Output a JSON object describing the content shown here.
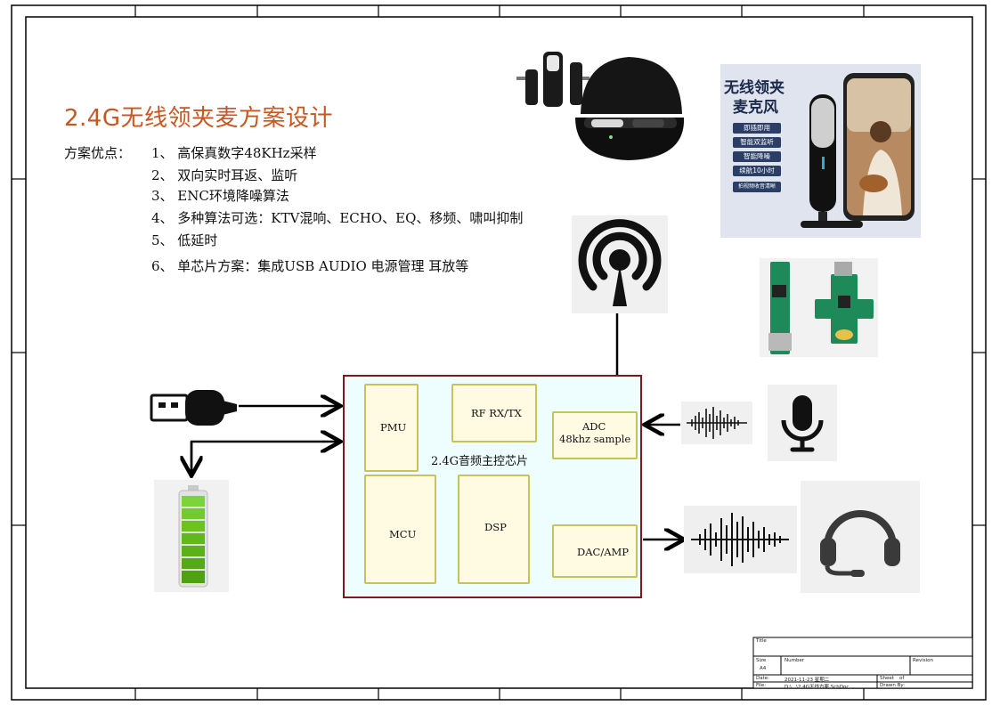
{
  "title": "2.4G无线领夹麦方案设计",
  "advantages": {
    "label": "方案优点：",
    "items": [
      "1、 高保真数字48KHz采样",
      "2、 双向实时耳返、监听",
      "3、 ENC环境降噪算法",
      "4、 多种算法可选：KTV混响、ECHO、EQ、移频、啸叫抑制",
      "5、 低延时",
      "6、 单芯片方案：集成USB AUDIO 电源管理 耳放等"
    ]
  },
  "chip": {
    "label": "2.4G音频主控芯片",
    "blocks": {
      "pmu": "PMU",
      "rf": "RF RX/TX",
      "adc_line1": "ADC",
      "adc_line2": "48khz sample",
      "mcu": "MCU",
      "dsp": "DSP",
      "dac": "DAC/AMP"
    }
  },
  "product_poster": {
    "headline_line1": "无线领夹",
    "headline_line2": "麦克风",
    "features": [
      "即插即用",
      "智能双监听",
      "智能降噪",
      "续航10小时",
      "拍视频收音清晰"
    ]
  },
  "title_block": {
    "title_label": "Title",
    "size_label": "Size",
    "size_value": "A4",
    "number_label": "Number",
    "revision_label": "Revision",
    "date_label": "Date:",
    "date_value": "2021-11-23 星期二",
    "sheet_label": "Sheet",
    "sheet_value": "of",
    "file_label": "File:",
    "file_value": "D:\\...\\2.4G无线方案.SchDoc",
    "drawn_label": "Drawn By:"
  },
  "icons": [
    "usb-plug-icon",
    "battery-icon",
    "antenna-signal-icon",
    "microphone-icon",
    "headset-icon",
    "sound-wave-icon",
    "wireless-lavalier-mic-product",
    "pcb-board-photo"
  ],
  "colors": {
    "title": "#c8561f",
    "chip_border": "#7a1a1a",
    "chip_fill": "#eefdfd",
    "block_border": "#c8c25a",
    "block_fill": "#fffbe3",
    "battery_green": "#6cc21f"
  }
}
